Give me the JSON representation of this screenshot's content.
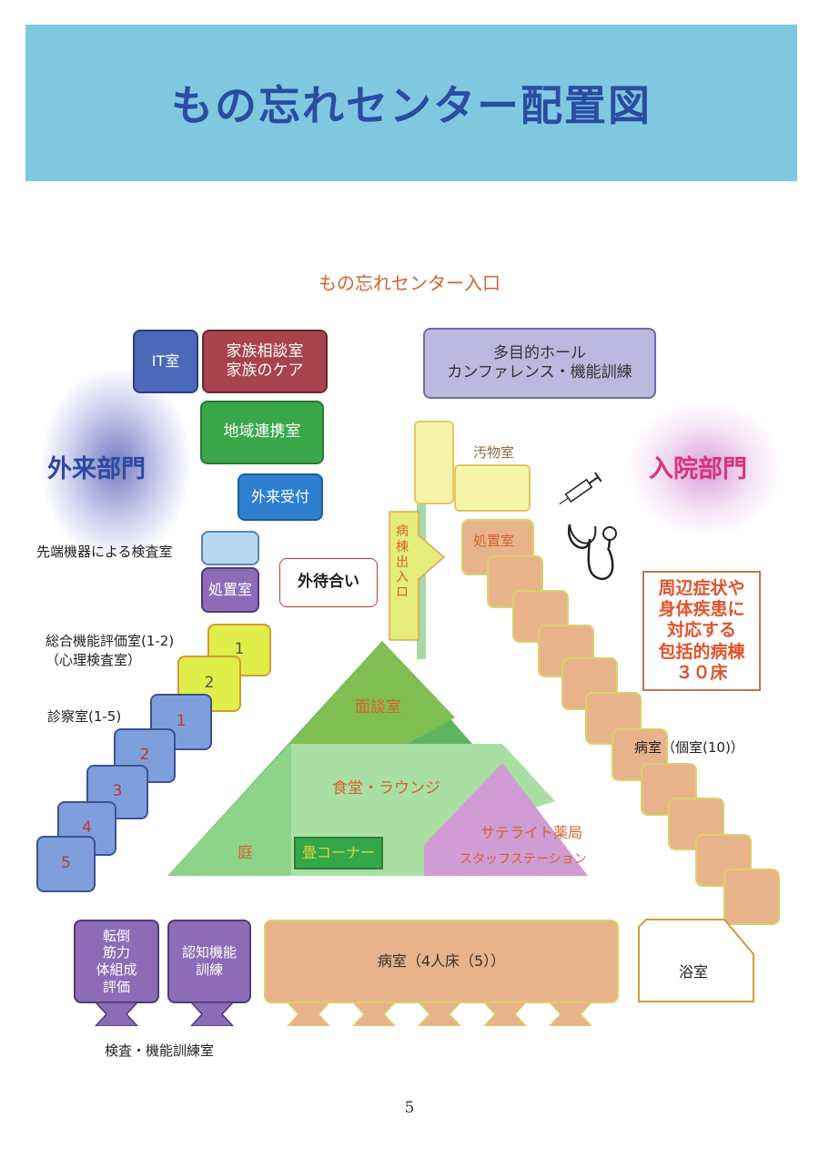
{
  "title": "もの忘れセンター配置図",
  "entrance": "もの忘れセンター入口",
  "departments": {
    "outpatient": "外来部門",
    "inpatient": "入院部門"
  },
  "rooms": {
    "it": "IT室",
    "family": "家族相談室\n家族のケア",
    "regional": "地域連携室",
    "reception": "外来受付",
    "hall": "多目的ホール\nカンファレンス・機能訓練",
    "soiled": "汚物室",
    "treatment_in": "処置室",
    "exam_device": "",
    "treatment_out": "処置室",
    "waiting": "外待合い",
    "ward_entrance": "病\n棟\n出\n入\nロ",
    "interview": "面談室",
    "dining": "食堂・ラウンジ",
    "garden": "庭",
    "tatami": "畳コーナー",
    "pharmacy": "サテライト薬局",
    "staff": "スタッフステーション",
    "falls": "転倒\n筋力\n体組成\n評価",
    "cognitive": "認知機能\n訓練",
    "ward4": "病室（4人床（5））",
    "bath": "浴室"
  },
  "labels": {
    "exam_device": "先端機器による検査室",
    "eval": "総合機能評価室(1-2)\n（心理検査室）",
    "consult": "診察室(1-5)",
    "private_ward": "病室（個室(10)）",
    "exam_training": "検査・機能訓練室"
  },
  "eval_rooms": [
    "1",
    "2"
  ],
  "consult_rooms": [
    "1",
    "2",
    "3",
    "4",
    "5"
  ],
  "note": "周辺症状や\n身体疾患に\n対応する\n包括的病棟\n３０床",
  "page_number": "5",
  "colors": {
    "banner": "#7fc8e0",
    "title": "#2b4ca3",
    "outpatient": "#2e4aa0",
    "inpatient": "#d8337a",
    "accent": "#d6622f",
    "ward": "#e8b28a"
  }
}
